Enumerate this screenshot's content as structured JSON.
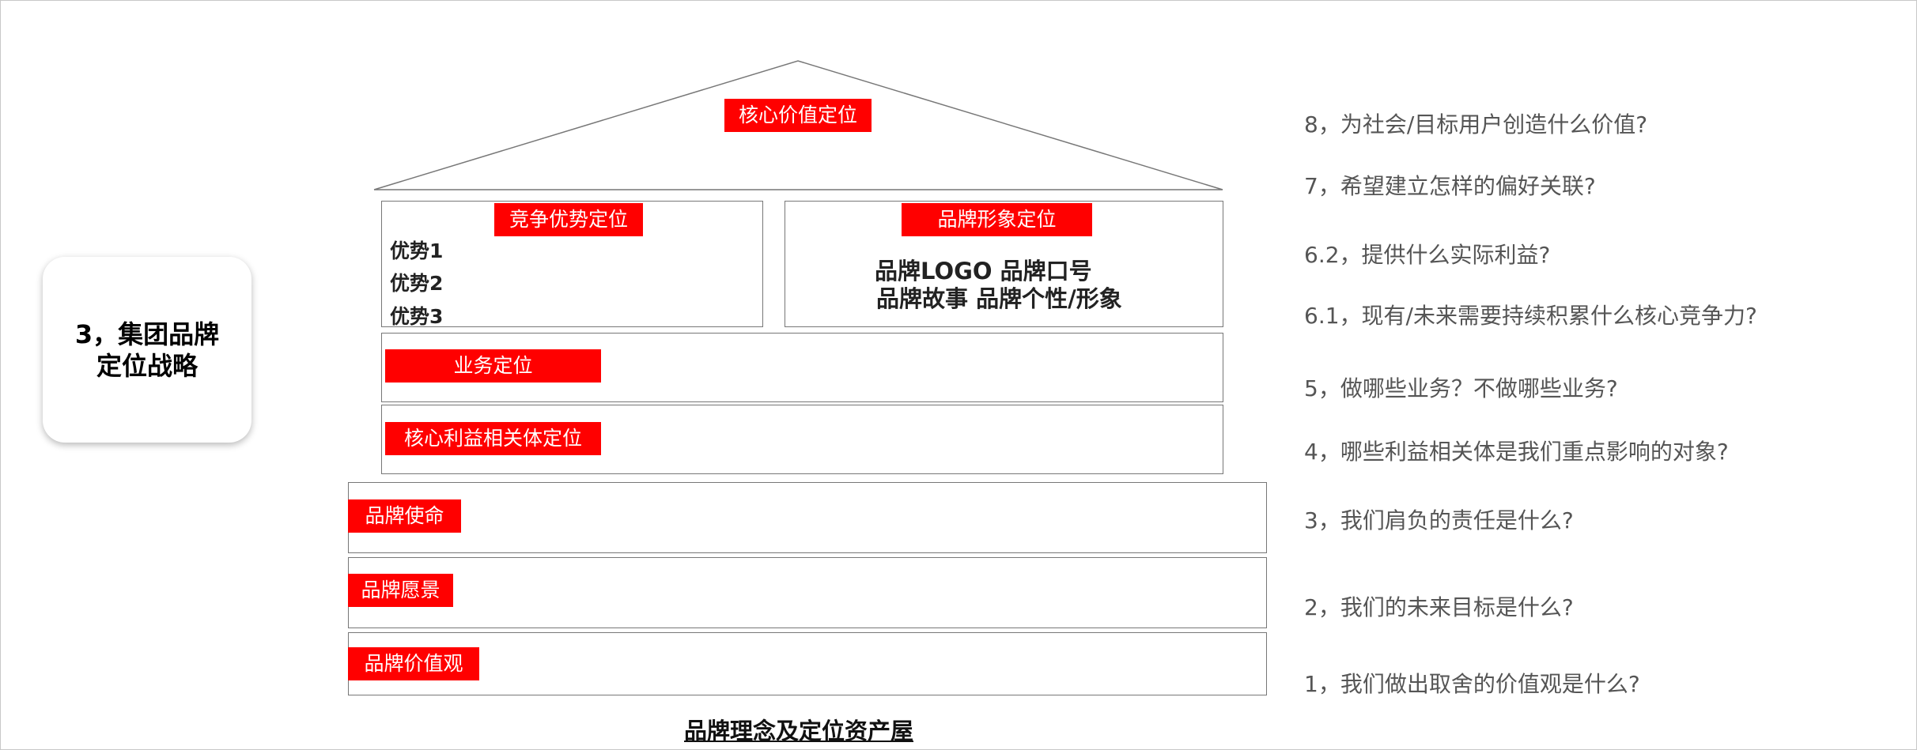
{
  "title_lines": [
    "3，集团品牌",
    "定位战略"
  ],
  "roof_label": "核心价值定位",
  "competitive": {
    "label": "竞争优势定位",
    "items": [
      "优势1",
      "优势2",
      "优势3"
    ]
  },
  "brand_image": {
    "label": "品牌形象定位",
    "line1": "品牌LOGO  品牌口号",
    "line2": "品牌故事   品牌个性/形象"
  },
  "business_label": "业务定位",
  "stakeholder_label": "核心利益相关体定位",
  "mission_label": "品牌使命",
  "vision_label": "品牌愿景",
  "values_label": "品牌价值观",
  "questions": [
    "8，为社会/目标用户创造什么价值?",
    "7，希望建立怎样的偏好关联?",
    "6.2，提供什么实际利益?",
    "6.1，现有/未来需要持续积累什么核心竞争力?",
    "5，做哪些业务？不做哪些业务?",
    "4，哪些利益相关体是我们重点影响的对象?",
    "3，我们肩负的责任是什么?",
    "2，我们的未来目标是什么?",
    "1，我们做出取舍的价值观是什么?"
  ],
  "caption": "品牌理念及定位资产屋",
  "colors": {
    "accent": "#ff0000",
    "line": "#777777",
    "question_text": "#555555"
  }
}
